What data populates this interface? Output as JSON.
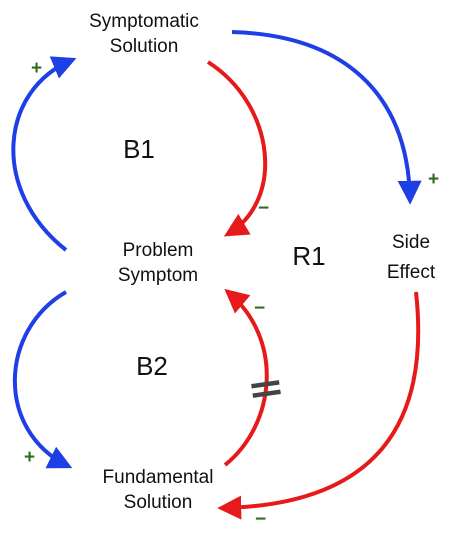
{
  "colors": {
    "positive_link": "#1f3fe6",
    "negative_link": "#e61a1a",
    "plus_sign": "#2e6b1f",
    "minus_sign": "#2e6b1f",
    "delay_mark": "#444444",
    "text": "#111111"
  },
  "nodes": {
    "symptomatic_solution": {
      "line1": "Symptomatic",
      "line2": "Solution"
    },
    "problem_symptom": {
      "line1": "Problem",
      "line2": "Symptom"
    },
    "side_effect": {
      "line1": "Side",
      "line2": "Effect"
    },
    "fundamental_solution": {
      "line1": "Fundamental",
      "line2": "Solution"
    }
  },
  "loops": {
    "b1": "B1",
    "b2": "B2",
    "r1": "R1"
  },
  "links": [
    {
      "from": "Problem Symptom",
      "to": "Symptomatic Solution",
      "polarity": "+"
    },
    {
      "from": "Symptomatic Solution",
      "to": "Problem Symptom",
      "polarity": "−"
    },
    {
      "from": "Symptomatic Solution",
      "to": "Side Effect",
      "polarity": "+"
    },
    {
      "from": "Problem Symptom",
      "to": "Fundamental Solution",
      "polarity": "+"
    },
    {
      "from": "Fundamental Solution",
      "to": "Problem Symptom",
      "polarity": "−",
      "delay": true
    },
    {
      "from": "Side Effect",
      "to": "Fundamental Solution",
      "polarity": "−"
    }
  ],
  "signs": {
    "plus": "+",
    "minus": "−"
  }
}
